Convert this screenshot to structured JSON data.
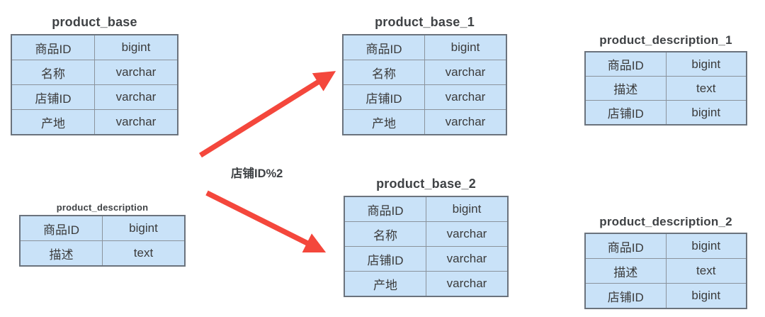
{
  "colors": {
    "cell-fill": "#c9e2f8",
    "table-border": "#6b737d",
    "inner-line": "#8b939c",
    "text": "#3b3b3b",
    "title": "#3f4245",
    "arrow": "#f4473c",
    "bg": "#ffffff"
  },
  "shard_rule_label": "店铺ID%2",
  "tables": [
    {
      "title": "product_base",
      "rows": [
        [
          "商品ID",
          "bigint"
        ],
        [
          "名称",
          "varchar"
        ],
        [
          "店铺ID",
          "varchar"
        ],
        [
          "产地",
          "varchar"
        ]
      ]
    },
    {
      "title": "product_description",
      "rows": [
        [
          "商品ID",
          "bigint"
        ],
        [
          "描述",
          "text"
        ]
      ]
    },
    {
      "title": "product_base_1",
      "rows": [
        [
          "商品ID",
          "bigint"
        ],
        [
          "名称",
          "varchar"
        ],
        [
          "店铺ID",
          "varchar"
        ],
        [
          "产地",
          "varchar"
        ]
      ]
    },
    {
      "title": "product_base_2",
      "rows": [
        [
          "商品ID",
          "bigint"
        ],
        [
          "名称",
          "varchar"
        ],
        [
          "店铺ID",
          "varchar"
        ],
        [
          "产地",
          "varchar"
        ]
      ]
    },
    {
      "title": "product_description_1",
      "rows": [
        [
          "商品ID",
          "bigint"
        ],
        [
          "描述",
          "text"
        ],
        [
          "店铺ID",
          "bigint"
        ]
      ]
    },
    {
      "title": "product_description_2",
      "rows": [
        [
          "商品ID",
          "bigint"
        ],
        [
          "描述",
          "text"
        ],
        [
          "店铺ID",
          "bigint"
        ]
      ]
    }
  ]
}
